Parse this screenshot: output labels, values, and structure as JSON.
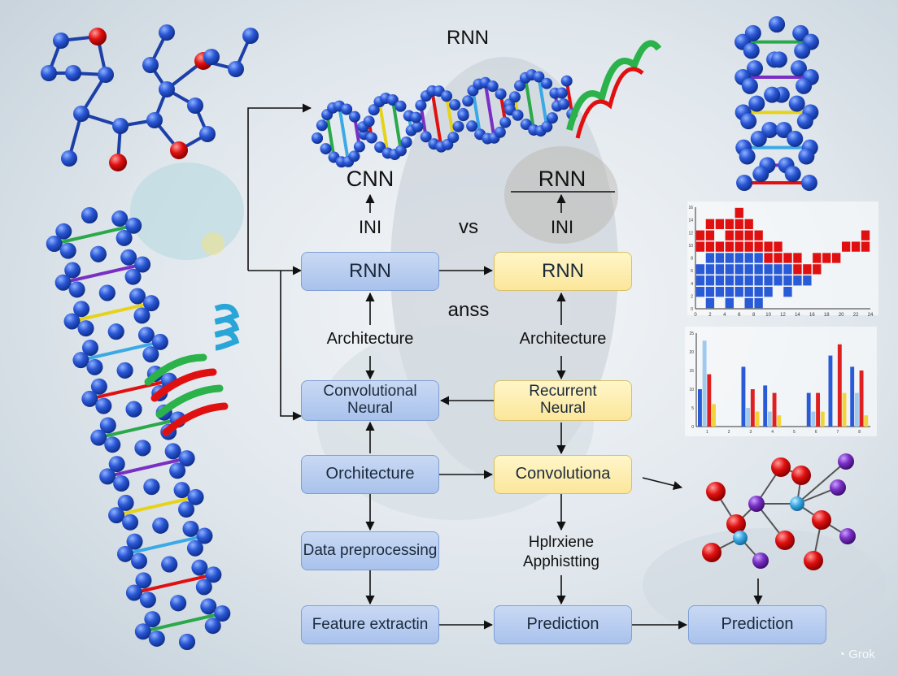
{
  "diagram": {
    "labels": {
      "top_rnn": "RNN",
      "cnn_head": "CNN",
      "rnn_head": "RNN",
      "inl_left": "INI",
      "inl_right": "INI",
      "vs": "vs",
      "anss": "anss",
      "arch_left": "Architecture",
      "arch_right": "Architecture",
      "helper_text_1": "Hplrxiene",
      "helper_text_2": "Apphistting",
      "watermark": "Grok"
    },
    "boxes": {
      "rnn_blue": "RNN",
      "rnn_yellow": "RNN",
      "conv_neural_1": "Convolutional",
      "conv_neural_2": "Neural",
      "recurrent_neural_1": "Recurrent",
      "recurrent_neural_2": "Neural",
      "orchitecture": "Orchitecture",
      "convolutiona": "Convolutiona",
      "data_preprocessing": "Data preprocessing",
      "feature_extraction": "Feature extractin",
      "prediction_mid": "Prediction",
      "prediction_right": "Prediction"
    },
    "colors": {
      "blue_box": "#b6cbef",
      "yellow_box": "#fbe9a4",
      "arrow": "#111111",
      "dna_blue": "#2a57d6",
      "red_atom": "#e01010",
      "purple_atom": "#7a2fc4"
    }
  },
  "chart_data": [
    {
      "type": "heatmap",
      "x_tick_labels": [
        "0",
        "2",
        "4",
        "6",
        "8",
        "10",
        "12",
        "14",
        "16",
        "18",
        "20",
        "22",
        "24"
      ],
      "y_tick_labels": [
        "0",
        "2",
        "4",
        "6",
        "8",
        "10",
        "12",
        "14",
        "16"
      ],
      "rows": [
        [
          0,
          0,
          0,
          0,
          1,
          0,
          0,
          0,
          0,
          0,
          0,
          0,
          0,
          0,
          0,
          0,
          0,
          0
        ],
        [
          0,
          1,
          1,
          1,
          1,
          1,
          0,
          0,
          0,
          0,
          0,
          0,
          0,
          0,
          0,
          0,
          0,
          0
        ],
        [
          1,
          1,
          0,
          1,
          1,
          1,
          1,
          0,
          0,
          0,
          0,
          0,
          0,
          0,
          0,
          0,
          0,
          1
        ],
        [
          1,
          1,
          1,
          1,
          1,
          1,
          1,
          1,
          1,
          0,
          0,
          0,
          0,
          0,
          0,
          1,
          1,
          1
        ],
        [
          0,
          2,
          2,
          2,
          2,
          2,
          2,
          1,
          1,
          1,
          1,
          0,
          1,
          1,
          1,
          0,
          0,
          0
        ],
        [
          2,
          2,
          2,
          2,
          2,
          2,
          2,
          2,
          2,
          2,
          1,
          1,
          1,
          0,
          0,
          0,
          0,
          0
        ],
        [
          2,
          2,
          2,
          2,
          2,
          2,
          2,
          2,
          2,
          2,
          2,
          2,
          0,
          0,
          0,
          0,
          0,
          0
        ],
        [
          2,
          2,
          2,
          2,
          2,
          2,
          2,
          2,
          0,
          2,
          0,
          0,
          0,
          0,
          0,
          0,
          0,
          0
        ],
        [
          0,
          2,
          0,
          2,
          0,
          2,
          2,
          0,
          0,
          0,
          0,
          0,
          0,
          0,
          0,
          0,
          0,
          0
        ]
      ]
    },
    {
      "type": "bar",
      "y_tick_labels": [
        "0",
        "5",
        "10",
        "15",
        "20",
        "25"
      ],
      "ylim": [
        0,
        25
      ],
      "categories": [
        "1",
        "2",
        "3",
        "4",
        "5",
        "6",
        "7",
        "8"
      ],
      "series": [
        {
          "color": "#2a5bd7",
          "values": [
            10,
            0,
            16,
            11,
            0,
            9,
            19,
            16
          ]
        },
        {
          "color": "#9fcaee",
          "values": [
            23,
            0,
            5,
            4,
            0,
            4,
            0,
            9
          ]
        },
        {
          "color": "#e02020",
          "values": [
            14,
            0,
            10,
            9,
            0,
            9,
            22,
            15
          ]
        },
        {
          "color": "#f3d33a",
          "values": [
            6,
            0,
            4,
            3,
            0,
            4,
            9,
            3
          ]
        }
      ]
    }
  ]
}
